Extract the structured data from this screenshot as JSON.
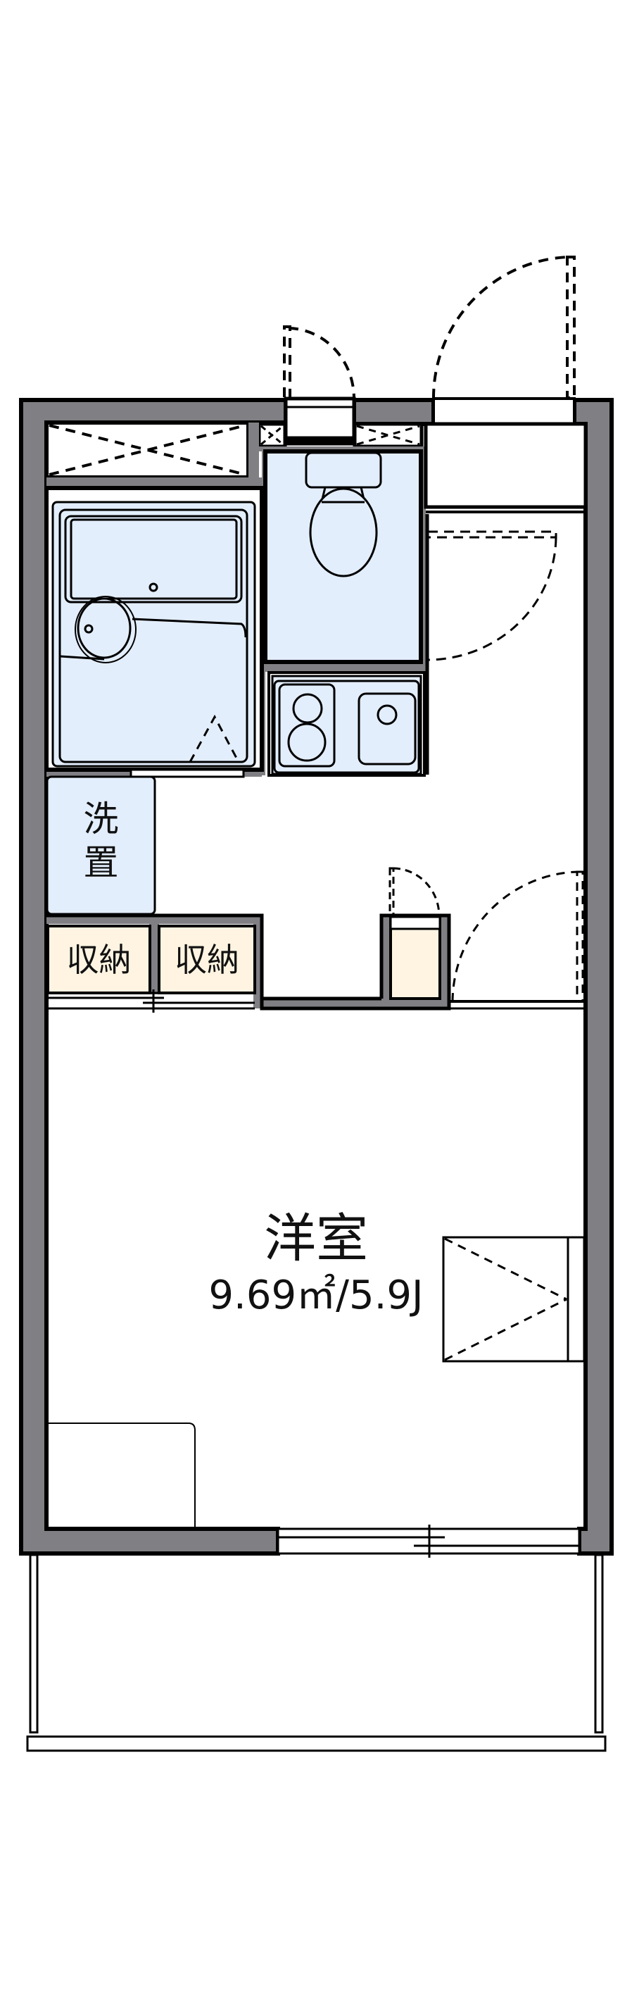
{
  "floorplan": {
    "room": {
      "name": "洋室",
      "area": "9.69㎡/5.9J"
    },
    "washer_space": {
      "label_line1": "洗",
      "label_line2": "置"
    },
    "storage": [
      {
        "label": "収納"
      },
      {
        "label": "収納"
      }
    ],
    "colors": {
      "wall": "#808084",
      "wet_area": "#e3eefc",
      "storage": "#fff4e2",
      "line": "#000000"
    },
    "fixtures": [
      "unit-bath",
      "toilet",
      "kitchen-stove",
      "kitchen-sink",
      "washer-space",
      "storage",
      "closet",
      "window",
      "balcony",
      "entrance",
      "desk"
    ]
  }
}
